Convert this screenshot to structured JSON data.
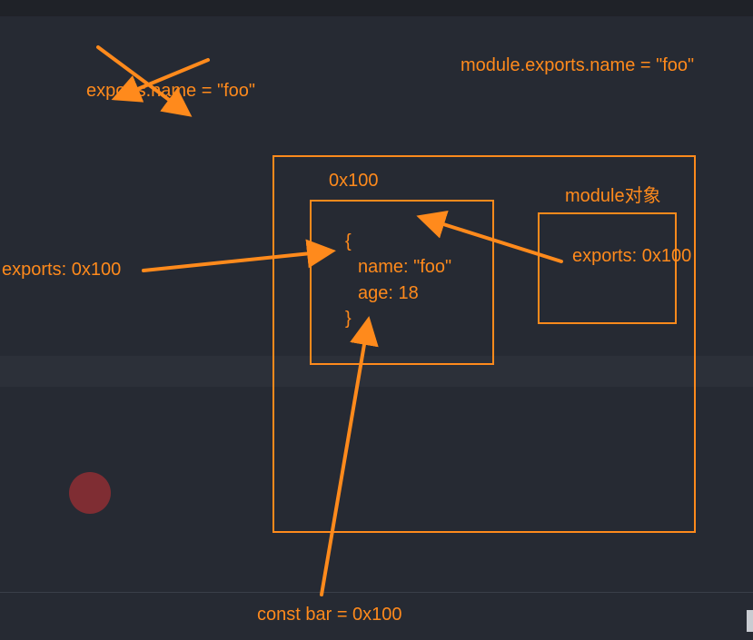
{
  "colors": {
    "background": "#262a33",
    "accent": "#ff8a1c",
    "cursor": "#8a2d33"
  },
  "labels": {
    "crossed_assignment": "exports.name = \"foo\"",
    "module_assignment": "module.exports.name = \"foo\"",
    "outer_address": "0x100",
    "module_object_title": "module对象",
    "module_exports_ref": "exports: 0x100",
    "exports_var": "exports: 0x100",
    "obj_open_brace": "{",
    "obj_name_line": "name: \"foo\"",
    "obj_age_line": "age: 18",
    "obj_close_brace": "}",
    "bar_var": "const bar = 0x100"
  }
}
